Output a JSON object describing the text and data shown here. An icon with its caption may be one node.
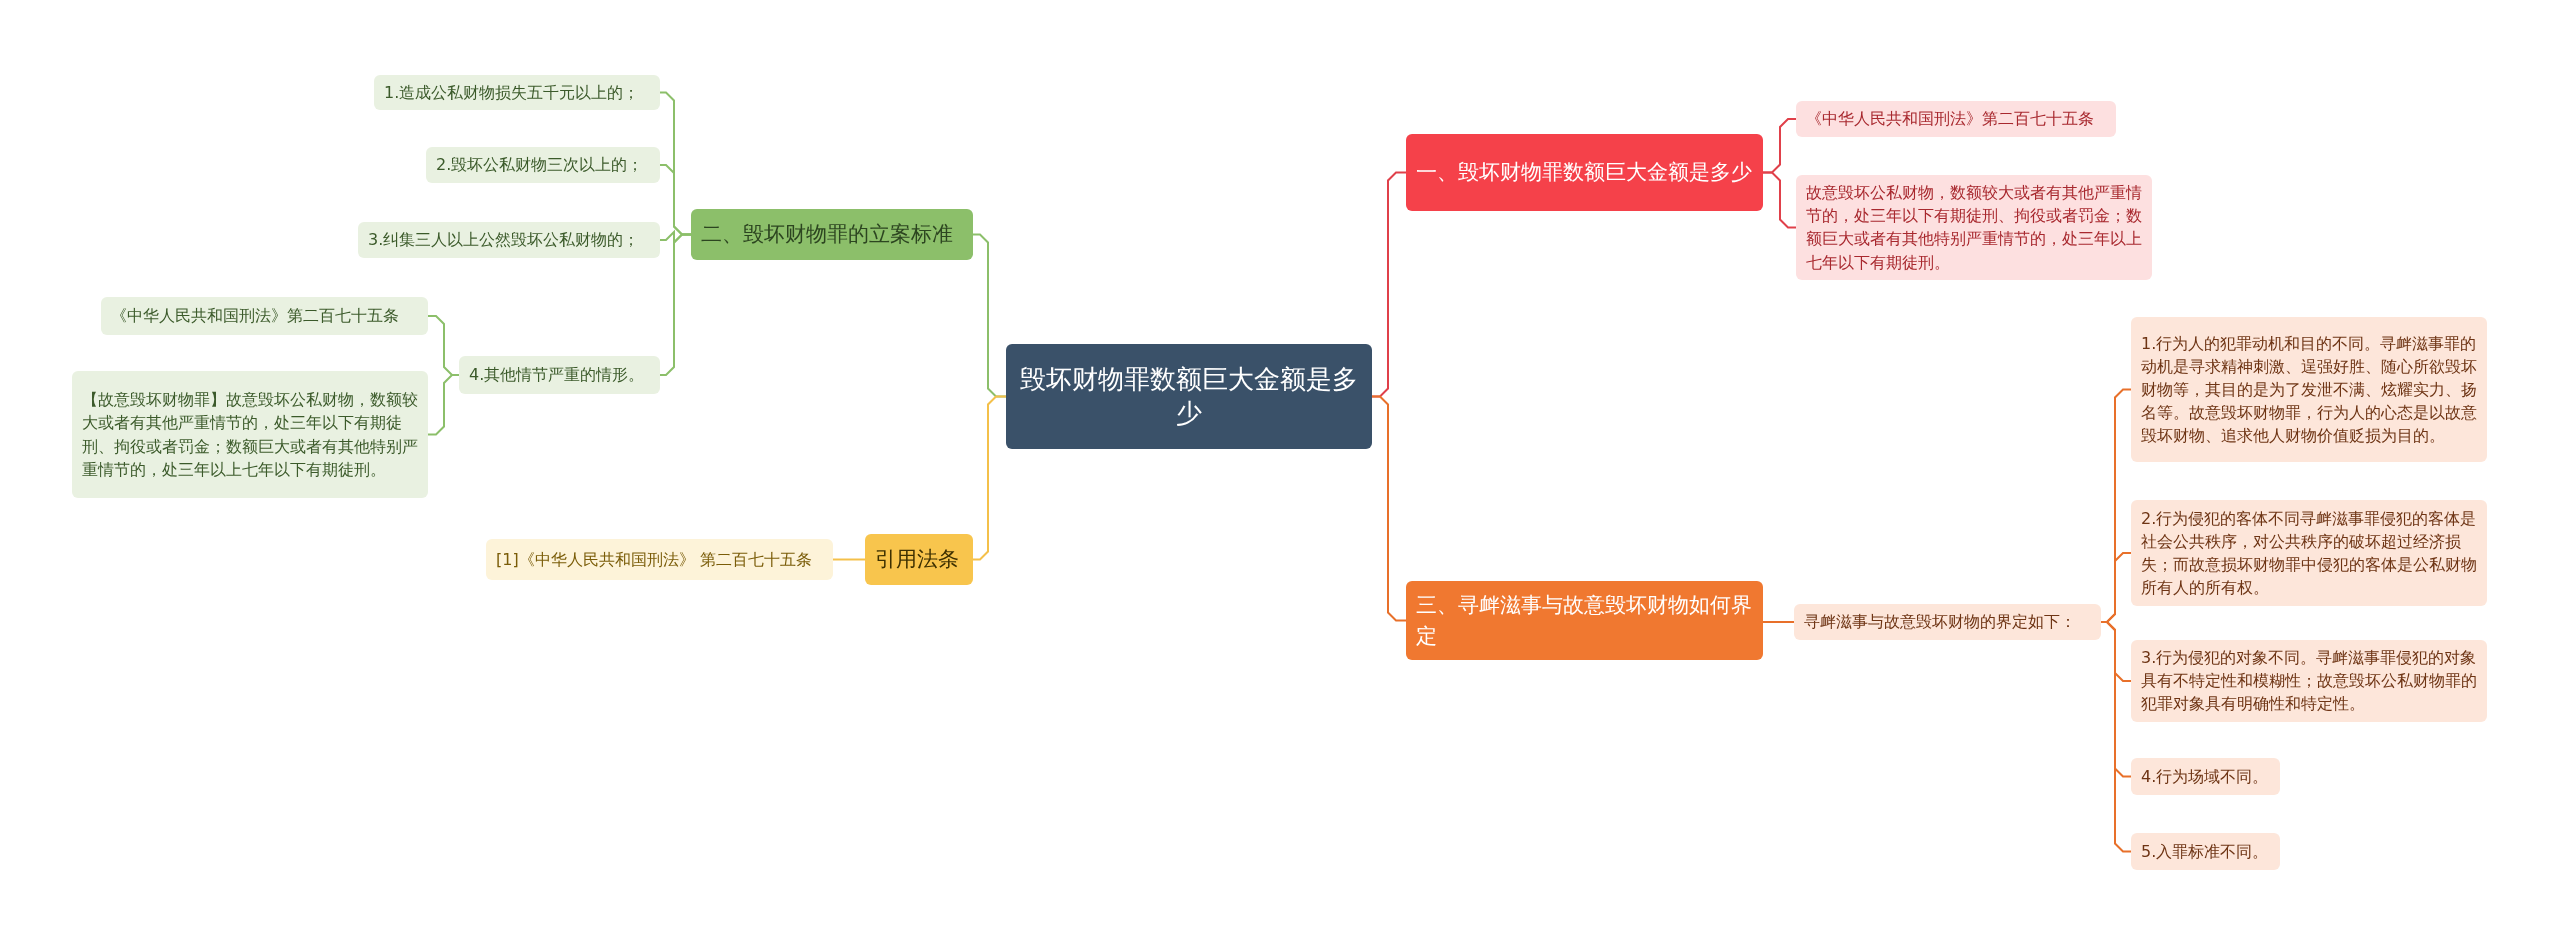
{
  "diagram": {
    "nodes": [
      {
        "text": [
          "毁坏财物罪数额巨大金额是多少"
        ]
      },
      {
        "text": [
          "一、毁坏财物罪数额巨大金额是多少"
        ]
      },
      {
        "text": [
          "《中华人民共和国刑法》第二百七十五条"
        ]
      },
      {
        "text": [
          "故意毁坏公私财物，数额较大或者有其他严重情节的，处三年以下有期徒刑、拘役或者罚金；数额巨大或者有其他特别严重情节的，处三年以上七年以下有期徒刑。"
        ]
      },
      {
        "text": [
          "三、寻衅滋事与故意毁坏财物如何界定"
        ]
      },
      {
        "text": [
          "寻衅滋事与故意毁坏财物的界定如下："
        ]
      },
      {
        "text": [
          "1.行为人的犯罪动机和目的不同。寻衅滋事罪的动机是寻求精神刺激、逞强好胜、随心所欲毁坏财物等，其目的是为了发泄不满、炫耀实力、扬名等。故意毁坏财物罪，行为人的心态是以故意毁坏财物、追求他人财物价值贬损为目的。"
        ]
      },
      {
        "text": [
          "2.行为侵犯的客体不同寻衅滋事罪侵犯的客体是社会公共秩序，对公共秩序的破坏超过经济损失；而故意损坏财物罪中侵犯的客体是公私财物所有人的所有权。"
        ]
      },
      {
        "text": [
          "3.行为侵犯的对象不同。寻衅滋事罪侵犯的对象具有不特定性和模糊性；故意毁坏公私财物罪的犯罪对象具有明确性和特定性。"
        ]
      },
      {
        "text": [
          "4.行为场域不同。"
        ]
      },
      {
        "text": [
          "5.入罪标准不同。"
        ]
      },
      {
        "text": [
          "二、毁坏财物罪的立案标准"
        ]
      },
      {
        "text": [
          "1.造成公私财物损失五千元以上的；"
        ]
      },
      {
        "text": [
          "2.毁坏公私财物三次以上的；"
        ]
      },
      {
        "text": [
          "3.纠集三人以上公然毁坏公私财物的；"
        ]
      },
      {
        "text": [
          "4.其他情节严重的情形。"
        ]
      },
      {
        "text": [
          "《中华人民共和国刑法》第二百七十五条"
        ]
      },
      {
        "text": [
          "【故意毁坏财物罪】故意毁坏公私财物，数额较大或者有其他严重情节的，处三年以下有期徒刑、拘役或者罚金；数额巨大或者有其他特别严重情节的，处三年以上七年以下有期徒刑。"
        ]
      },
      {
        "text": [
          "引用法条"
        ]
      },
      {
        "text": [
          "[1]《中华人民共和国刑法》 第二百七十五条"
        ]
      }
    ],
    "edges": [
      {
        "from": 0,
        "to": 1,
        "arrow": "none",
        "color": "#e0404a"
      },
      {
        "from": 1,
        "to": 2,
        "arrow": "none",
        "color": "#e0404a"
      },
      {
        "from": 1,
        "to": 3,
        "arrow": "none",
        "color": "#e0404a"
      },
      {
        "from": 0,
        "to": 4,
        "arrow": "none",
        "color": "#e8702a"
      },
      {
        "from": 4,
        "to": 5,
        "arrow": "none",
        "color": "#e8702a"
      },
      {
        "from": 5,
        "to": 6,
        "arrow": "none",
        "color": "#e8702a"
      },
      {
        "from": 5,
        "to": 7,
        "arrow": "none",
        "color": "#e8702a"
      },
      {
        "from": 5,
        "to": 8,
        "arrow": "none",
        "color": "#e8702a"
      },
      {
        "from": 5,
        "to": 9,
        "arrow": "none",
        "color": "#e8702a"
      },
      {
        "from": 5,
        "to": 10,
        "arrow": "none",
        "color": "#e8702a"
      },
      {
        "from": 0,
        "to": 11,
        "arrow": "none",
        "color": "#8cbf6a"
      },
      {
        "from": 11,
        "to": 12,
        "arrow": "none",
        "color": "#8cbf6a"
      },
      {
        "from": 11,
        "to": 13,
        "arrow": "none",
        "color": "#8cbf6a"
      },
      {
        "from": 11,
        "to": 14,
        "arrow": "none",
        "color": "#8cbf6a"
      },
      {
        "from": 11,
        "to": 15,
        "arrow": "none",
        "color": "#8cbf6a"
      },
      {
        "from": 15,
        "to": 16,
        "arrow": "none",
        "color": "#8cbf6a"
      },
      {
        "from": 15,
        "to": 17,
        "arrow": "none",
        "color": "#8cbf6a"
      },
      {
        "from": 0,
        "to": 18,
        "arrow": "none",
        "color": "#f4c04a"
      },
      {
        "from": 18,
        "to": 19,
        "arrow": "none",
        "color": "#f4c04a"
      }
    ]
  }
}
